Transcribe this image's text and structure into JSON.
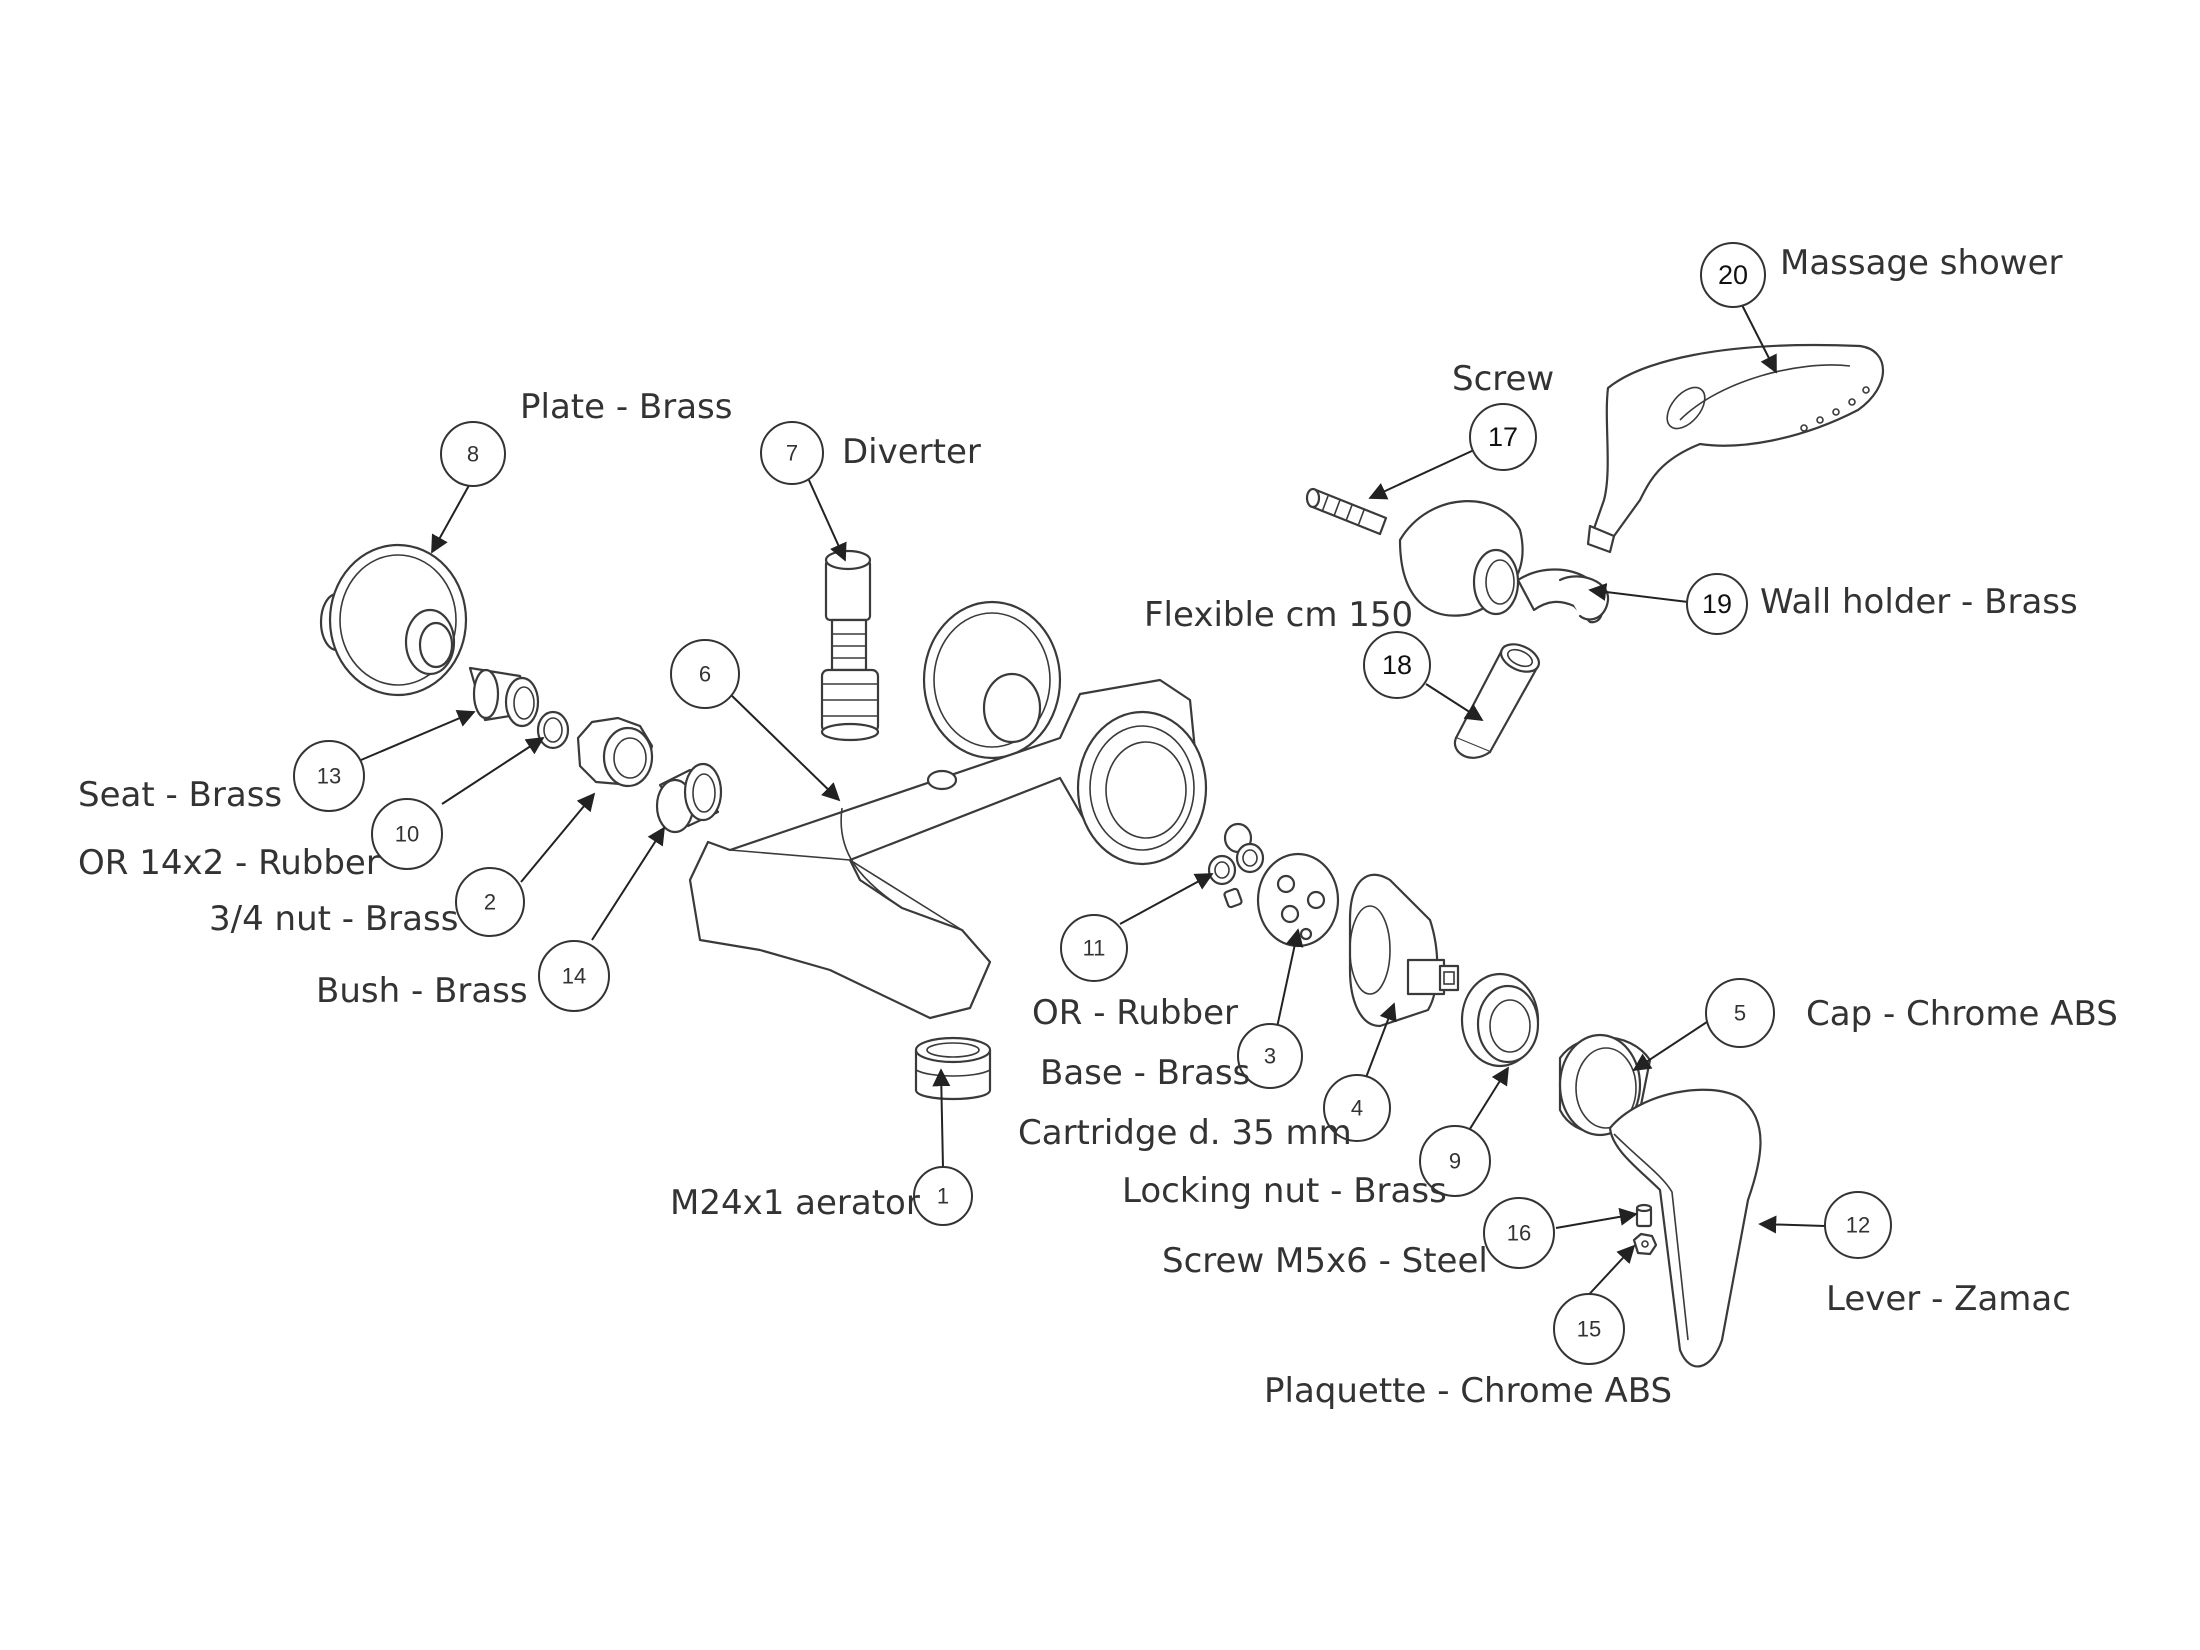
{
  "callouts": [
    {
      "num": "1",
      "label": "M24x1 aerator"
    },
    {
      "num": "2",
      "label": "3/4 nut - Brass"
    },
    {
      "num": "3",
      "label": "Base - Brass"
    },
    {
      "num": "4",
      "label": "Cartridge d. 35 mm"
    },
    {
      "num": "5",
      "label": "Cap - Chrome ABS"
    },
    {
      "num": "6",
      "label": ""
    },
    {
      "num": "7",
      "label": "Diverter"
    },
    {
      "num": "8",
      "label": "Plate - Brass"
    },
    {
      "num": "9",
      "label": "Locking nut - Brass"
    },
    {
      "num": "10",
      "label": "OR 14x2 - Rubber"
    },
    {
      "num": "11",
      "label": "OR - Rubber"
    },
    {
      "num": "12",
      "label": "Lever - Zamac"
    },
    {
      "num": "13",
      "label": "Seat - Brass"
    },
    {
      "num": "14",
      "label": "Bush - Brass"
    },
    {
      "num": "15",
      "label": "Plaquette - Chrome ABS"
    },
    {
      "num": "16",
      "label": "Screw M5x6 - Steel"
    },
    {
      "num": "17",
      "label": "Screw"
    },
    {
      "num": "18",
      "label": "Flexible cm 150"
    },
    {
      "num": "19",
      "label": "Wall holder - Brass"
    },
    {
      "num": "20",
      "label": "Massage shower"
    }
  ]
}
